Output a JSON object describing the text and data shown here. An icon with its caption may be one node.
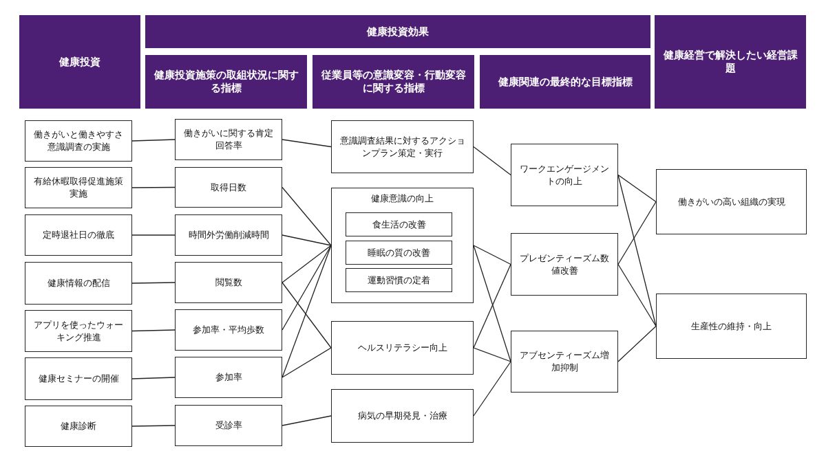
{
  "diagram": {
    "nodes": [
      {
        "text": [
          "健康投資"
        ]
      },
      {
        "text": [
          "健康投資効果"
        ]
      },
      {
        "text": [
          "健康投資施策の取組状況に関する指標"
        ]
      },
      {
        "text": [
          "従業員等の意識変容・行動変容に関する指標"
        ]
      },
      {
        "text": [
          "健康関連の最終的な目標指標"
        ]
      },
      {
        "text": [
          "健康経営で解決したい経営課題"
        ]
      },
      {
        "text": [
          "働きがいと働きやすさ意識調査の実施"
        ]
      },
      {
        "text": [
          "有給休暇取得促進施策実施"
        ]
      },
      {
        "text": [
          "定時退社日の徹底"
        ]
      },
      {
        "text": [
          "健康情報の配信"
        ]
      },
      {
        "text": [
          "アプリを使ったウォーキング推進"
        ]
      },
      {
        "text": [
          "健康セミナーの開催"
        ]
      },
      {
        "text": [
          "健康診断"
        ]
      },
      {
        "text": [
          "働きがいに関する肯定回答率"
        ]
      },
      {
        "text": [
          "取得日数"
        ]
      },
      {
        "text": [
          "時間外労働削減時間"
        ]
      },
      {
        "text": [
          "閲覧数"
        ]
      },
      {
        "text": [
          "参加率・平均歩数"
        ]
      },
      {
        "text": [
          "参加率"
        ]
      },
      {
        "text": [
          "受診率"
        ]
      },
      {
        "text": [
          "意識調査結果に対するアクションプラン策定・実行"
        ]
      },
      {
        "text": [
          "健康意識の向上"
        ]
      },
      {
        "text": [
          "食生活の改善"
        ],
        "in": 21
      },
      {
        "text": [
          "睡眠の質の改善"
        ],
        "in": 21
      },
      {
        "text": [
          "運動習慣の定着"
        ],
        "in": 21
      },
      {
        "text": [
          "ヘルスリテラシー向上"
        ]
      },
      {
        "text": [
          "病気の早期発見・治療"
        ]
      },
      {
        "text": [
          "ワークエンゲージメントの向上"
        ]
      },
      {
        "text": [
          "プレゼンティーズム数値改善"
        ]
      },
      {
        "text": [
          "アブセンティーズム増加抑制"
        ]
      },
      {
        "text": [
          "働きがいの高い組織の実現"
        ]
      },
      {
        "text": [
          "生産性の維持・向上"
        ]
      }
    ],
    "edges": [
      {
        "from": 6,
        "to": 13,
        "arrow": "none"
      },
      {
        "from": 7,
        "to": 14,
        "arrow": "none"
      },
      {
        "from": 8,
        "to": 15,
        "arrow": "none"
      },
      {
        "from": 9,
        "to": 16,
        "arrow": "none"
      },
      {
        "from": 10,
        "to": 17,
        "arrow": "none"
      },
      {
        "from": 11,
        "to": 18,
        "arrow": "none"
      },
      {
        "from": 12,
        "to": 19,
        "arrow": "none"
      },
      {
        "from": 13,
        "to": 20,
        "arrow": "none"
      },
      {
        "from": 14,
        "to": 21,
        "arrow": "none"
      },
      {
        "from": 15,
        "to": 21,
        "arrow": "none"
      },
      {
        "from": 16,
        "to": 21,
        "arrow": "none"
      },
      {
        "from": 17,
        "to": 21,
        "arrow": "none"
      },
      {
        "from": 18,
        "to": 21,
        "arrow": "none"
      },
      {
        "from": 16,
        "to": 25,
        "arrow": "none"
      },
      {
        "from": 18,
        "to": 25,
        "arrow": "none"
      },
      {
        "from": 19,
        "to": 26,
        "arrow": "none"
      },
      {
        "from": 20,
        "to": 27,
        "arrow": "none"
      },
      {
        "from": 21,
        "to": 28,
        "arrow": "none"
      },
      {
        "from": 21,
        "to": 29,
        "arrow": "none"
      },
      {
        "from": 25,
        "to": 28,
        "arrow": "none"
      },
      {
        "from": 25,
        "to": 29,
        "arrow": "none"
      },
      {
        "from": 26,
        "to": 29,
        "arrow": "none"
      },
      {
        "from": 27,
        "to": 30,
        "arrow": "none"
      },
      {
        "from": 27,
        "to": 31,
        "arrow": "none"
      },
      {
        "from": 28,
        "to": 30,
        "arrow": "none"
      },
      {
        "from": 28,
        "to": 31,
        "arrow": "none"
      },
      {
        "from": 29,
        "to": 31,
        "arrow": "none"
      }
    ]
  }
}
